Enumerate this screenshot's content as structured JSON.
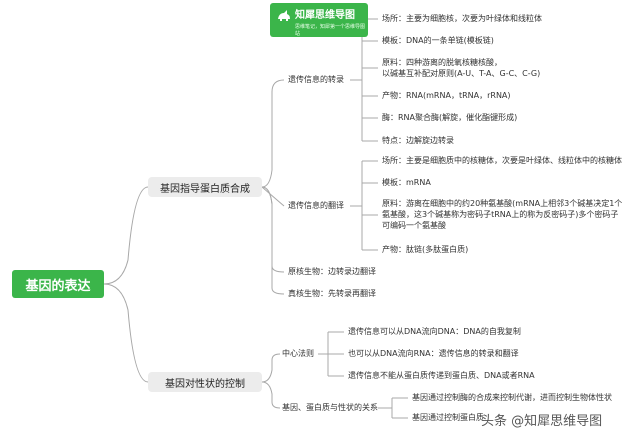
{
  "logo": {
    "title": "知犀思维导图",
    "subtitle": "思维笔记，知犀第一个思维导图站"
  },
  "root": "基因的表达",
  "branch1": {
    "title": "基因指导蛋白质合成",
    "transcription": {
      "title": "遗传信息的转录",
      "place": "场所：主要为细胞核，次要为叶绿体和线粒体",
      "template": "模板：DNA的一条单链(模板链)",
      "materials_1": "原料：四种游离的脱氧核糖核酸，",
      "materials_2": "以碱基互补配对原则(A-U、T-A、G-C、C-G)",
      "product": "产物：RNA(mRNA，tRNA，rRNA)",
      "enzyme": "酶：RNA聚合酶(解旋，催化酯键形成)",
      "feature": "特点：边解旋边转录"
    },
    "translation": {
      "title": "遗传信息的翻译",
      "place": "场所：主要是细胞质中的核糖体，次要是叶绿体、线粒体中的核糖体",
      "template": "模板：mRNA",
      "materials_1": "原料：游离在细胞中的约20种氨基酸(mRNA上相邻3个碱基决定1个",
      "materials_2": "氨基酸，这3个碱基称为密码子tRNA上的称为反密码子)多个密码子",
      "materials_3": "可编码一个氨基酸",
      "product": "产物：肽链(多肽蛋白质)"
    },
    "prokaryote": "原核生物：边转录边翻译",
    "eukaryote": "真核生物：先转录再翻译"
  },
  "branch2": {
    "title": "基因对性状的控制",
    "central": {
      "title": "中心法则",
      "item1": "遗传信息可以从DNA流向DNA：DNA的自我复制",
      "item2": "也可以从DNA流向RNA：遗传信息的转录和翻译",
      "item3": "遗传信息不能从蛋白质传递到蛋白质、DNA或者RNA"
    },
    "relation": {
      "title": "基因、蛋白质与性状的关系",
      "item1": "基因通过控制酶的合成来控制代谢，进而控制生物体性状",
      "item2": "基因通过控制蛋白质"
    }
  },
  "watermark": "头条 @知犀思维导图",
  "colors": {
    "accent": "#3bb54a",
    "line": "#a8a8a8"
  }
}
